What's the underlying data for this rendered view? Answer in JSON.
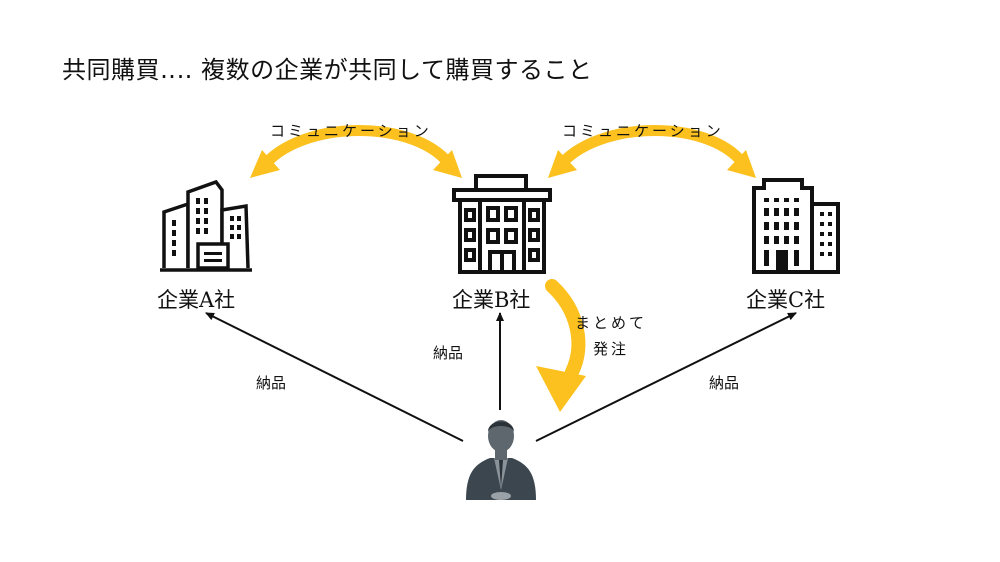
{
  "title": "共同購買‥‥ 複数の企業が共同して購買すること",
  "colors": {
    "arrow_yellow": "#FCC11E",
    "line": "#111111",
    "person_suit": "#3C464E"
  },
  "communication_labels": [
    {
      "text": "コミュニケーション",
      "between": [
        "企業A社",
        "企業B社"
      ]
    },
    {
      "text": "コミュニケーション",
      "between": [
        "企業B社",
        "企業C社"
      ]
    }
  ],
  "companies": [
    {
      "name": "企業A社",
      "icon": "office-buildings-cluster-icon"
    },
    {
      "name": "企業B社",
      "icon": "office-building-icon"
    },
    {
      "name": "企業C社",
      "icon": "skyscraper-icon"
    }
  ],
  "order_label": {
    "line1": "まとめて",
    "line2": "発注"
  },
  "delivery_labels": [
    {
      "text": "納品",
      "to": "企業A社"
    },
    {
      "text": "納品",
      "to": "企業B社"
    },
    {
      "text": "納品",
      "to": "企業C社"
    }
  ],
  "supplier": {
    "icon": "businessman-icon"
  }
}
